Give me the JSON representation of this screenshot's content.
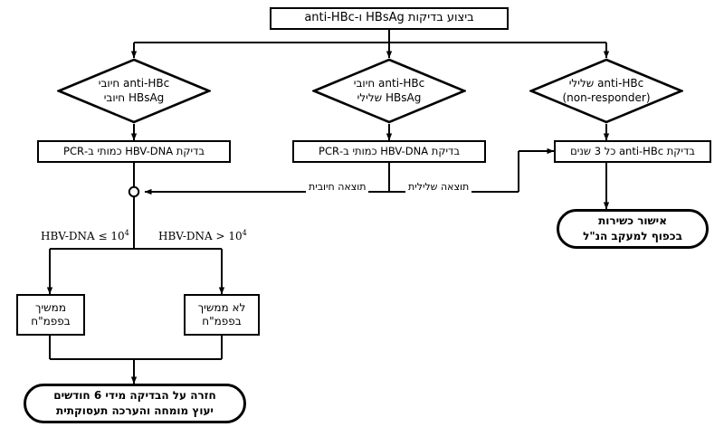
{
  "diagram": {
    "title_node": {
      "text": "ביצוע בדיקות HBsAg ו-anti-HBc"
    },
    "decisions": [
      {
        "line1": "anti-HBc חיובי",
        "line2": "HBsAg חיובי"
      },
      {
        "line1": "anti-HBc חיובי",
        "line2": "HBsAg שלילי"
      },
      {
        "line1": "anti-HBc שלילי",
        "line2": "(non-responder)"
      }
    ],
    "tests": [
      {
        "text": "בדיקת HBV-DNA כמותי ב-PCR"
      },
      {
        "text": "בדיקת HBV-DNA כמותי ב-PCR"
      },
      {
        "text": "בדיקת anti-HBc כל 3 שנים"
      }
    ],
    "edge_labels": {
      "positive_result": "תוצאה חיובית",
      "negative_result": "תוצאה שלילית",
      "dna_low_prefix": "HBV-DNA ≤ 10",
      "dna_low_exp": "4",
      "dna_high_prefix": "HBV-DNA > 10",
      "dna_high_exp": "4"
    },
    "outcomes": [
      {
        "line1": "ממשיך",
        "line2": "בפפמ\"ח"
      },
      {
        "line1": "לא ממשיך",
        "line2": "בפפמ\"ח"
      }
    ],
    "terminators": [
      {
        "line1": "חזרה על הבדיקה מידי 6 חודשים",
        "line2": "יעוץ מומחה והערכה תעסוקתית"
      },
      {
        "line1": "אישור כשירות",
        "line2": "בכפוף למעקב הנ\"ל"
      }
    ],
    "colors": {
      "stroke": "#000000",
      "background": "#ffffff"
    }
  }
}
